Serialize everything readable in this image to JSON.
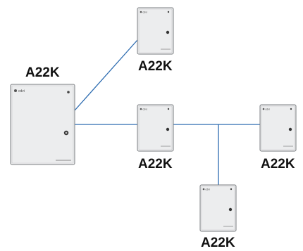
{
  "diagram": {
    "line_color": "#2c6bb0",
    "panel_fill": "#ecedee",
    "panel_stroke": "#7a7d80",
    "nodes": [
      {
        "id": "main",
        "label": "A22K",
        "logo": "cdvi",
        "size": "large"
      },
      {
        "id": "top",
        "label": "A22K",
        "logo": "cdvi",
        "size": "small"
      },
      {
        "id": "mid",
        "label": "A22K",
        "logo": "cdvi",
        "size": "small"
      },
      {
        "id": "right",
        "label": "A22K",
        "logo": "cdvi",
        "size": "small"
      },
      {
        "id": "bottom",
        "label": "A22K",
        "logo": "cdvi",
        "size": "small"
      }
    ]
  }
}
